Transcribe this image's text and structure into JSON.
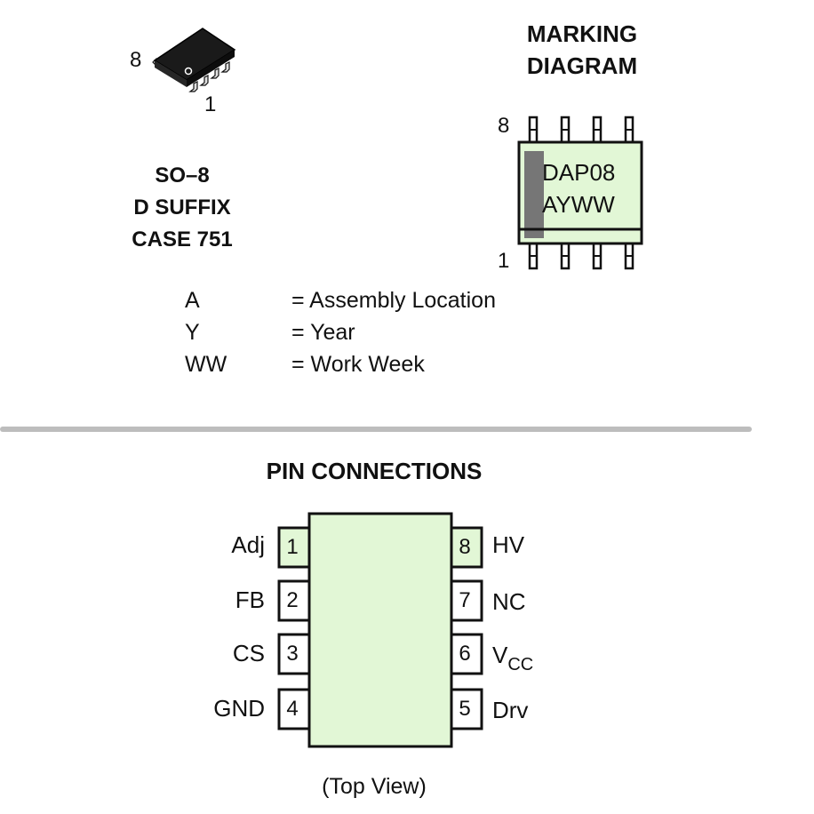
{
  "package": {
    "pin8_label": "8",
    "pin1_label": "1",
    "name_line1": "SO–8",
    "name_line2": "D SUFFIX",
    "name_line3": "CASE 751"
  },
  "marking": {
    "title_line1": "MARKING",
    "title_line2": "DIAGRAM",
    "pin8_label": "8",
    "pin1_label": "1",
    "text_line1": "DAP08",
    "text_line2": "AYWW"
  },
  "legend": [
    {
      "code": "A",
      "meaning": "= Assembly Location"
    },
    {
      "code": "Y",
      "meaning": "= Year"
    },
    {
      "code": "WW",
      "meaning": "= Work Week"
    }
  ],
  "pin_connections": {
    "title": "PIN CONNECTIONS",
    "view_label": "(Top View)",
    "left_pins": [
      {
        "number": "1",
        "name": "Adj"
      },
      {
        "number": "2",
        "name": "FB"
      },
      {
        "number": "3",
        "name": "CS"
      },
      {
        "number": "4",
        "name": "GND"
      }
    ],
    "right_pins": [
      {
        "number": "8",
        "name": "HV"
      },
      {
        "number": "7",
        "name": "NC"
      },
      {
        "number": "6",
        "name": "V",
        "subscript": "CC"
      },
      {
        "number": "5",
        "name": "Drv"
      }
    ]
  },
  "colors": {
    "body_fill": "#e2f7d6",
    "outline": "#111111",
    "pin1_bar": "#767676",
    "divider": "#bdbdbd"
  }
}
